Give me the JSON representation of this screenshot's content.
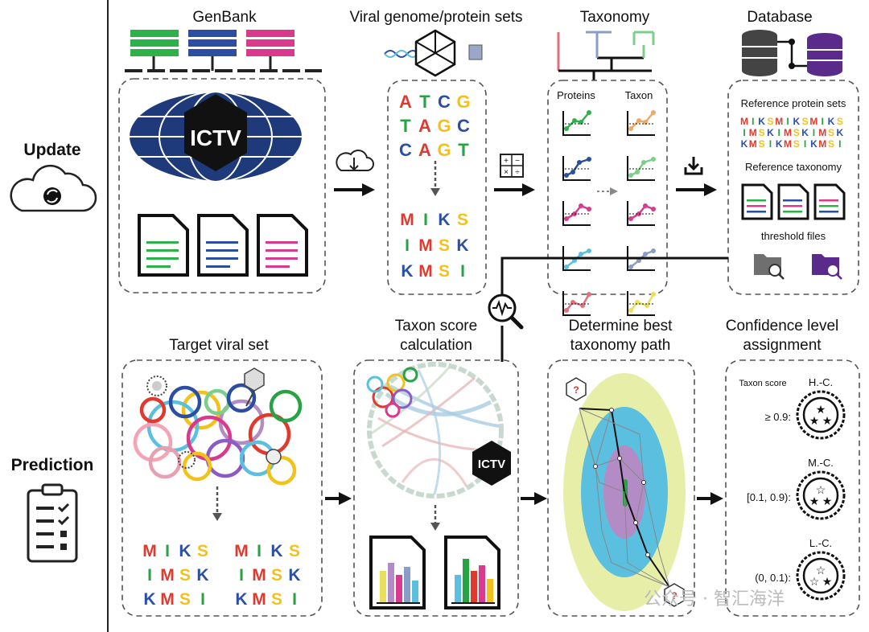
{
  "rows": {
    "update": "Update",
    "prediction": "Prediction"
  },
  "panels": {
    "genbank": {
      "title": "GenBank",
      "logo_text": "ICTV"
    },
    "viral_sets": {
      "title": "Viral genome/protein sets",
      "dna": [
        [
          "A",
          "T",
          "C",
          "G"
        ],
        [
          "T",
          "A",
          "G",
          "C"
        ],
        [
          "C",
          "A",
          "G",
          "T"
        ]
      ],
      "protein": [
        [
          "M",
          "I",
          "K",
          "S"
        ],
        [
          "I",
          "M",
          "S",
          "K"
        ],
        [
          "K",
          "M",
          "S",
          "I"
        ]
      ]
    },
    "taxonomy": {
      "title": "Taxonomy",
      "col_proteins": "Proteins",
      "col_taxon": "Taxon"
    },
    "database": {
      "title": "Database",
      "ref_protein_sets": "Reference protein sets",
      "ref_taxonomy": "Reference taxonomy",
      "threshold_files": "threshold files",
      "protein_grid": [
        [
          "M",
          "I",
          "K",
          "S",
          "M",
          "I",
          "K",
          "S",
          "M",
          "I",
          "K",
          "S"
        ],
        [
          "I",
          "M",
          "S",
          "K",
          "I",
          "M",
          "S",
          "K",
          "I",
          "M",
          "S",
          "K"
        ],
        [
          "K",
          "M",
          "S",
          "I",
          "K",
          "M",
          "S",
          "I",
          "K",
          "M",
          "S",
          "I"
        ]
      ]
    },
    "target": {
      "title": "Target viral set",
      "protein": [
        [
          "M",
          "I",
          "K",
          "S"
        ],
        [
          "I",
          "M",
          "S",
          "K"
        ],
        [
          "K",
          "M",
          "S",
          "I"
        ]
      ]
    },
    "taxon_score": {
      "title_1": "Taxon score",
      "title_2": "calculation",
      "logo_text": "ICTV"
    },
    "best_path": {
      "title_1": "Determine best",
      "title_2": "taxonomy path",
      "unknown_mark": "?"
    },
    "confidence": {
      "title_1": "Confidence level",
      "title_2": "assignment",
      "score_header": "Taxon score",
      "levels": [
        {
          "badge": "H.-C.",
          "range": "≥ 0.9:"
        },
        {
          "badge": "M.-C.",
          "range": "[0.1, 0.9):"
        },
        {
          "badge": "L.-C.",
          "range": "(0, 0.1):"
        }
      ]
    }
  },
  "watermark": "公众号 · 智汇海洋",
  "colors": {
    "A": "#e03a2f",
    "T": "#27a244",
    "C": "#2a4fa8",
    "G": "#f2c21b",
    "M": "#e03a2f",
    "I": "#27a244",
    "K": "#2a4fa8",
    "S": "#f2c21b",
    "green": "#2db24a",
    "blue": "#2b4ea3",
    "pink": "#d93a8e",
    "yellow_green": "#e7eea8",
    "cyan": "#5bbfe0",
    "purple": "#b38cc5"
  }
}
